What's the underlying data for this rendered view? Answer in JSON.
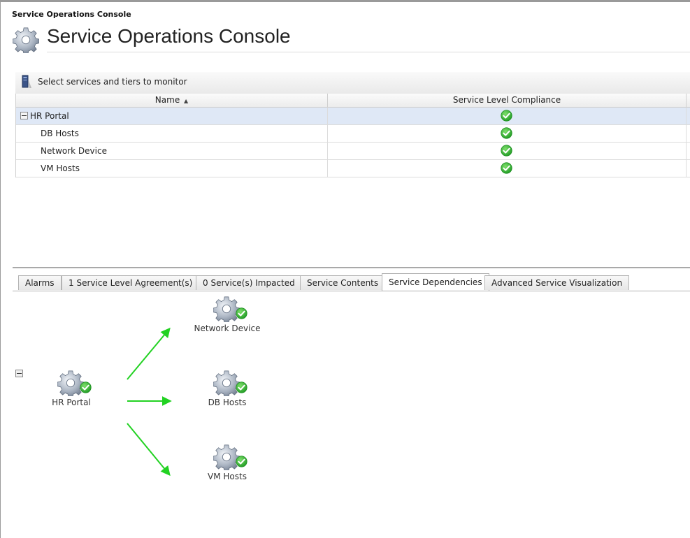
{
  "window": {
    "small_title": "Service Operations Console",
    "title": "Service Operations Console"
  },
  "toolbar": {
    "label": "Select services and tiers to monitor",
    "icon": "monitor-tower-icon"
  },
  "grid": {
    "columns": {
      "name": "Name",
      "name_sort": "▲",
      "compliance": "Service Level Compliance"
    },
    "rows": [
      {
        "name": "HR Portal",
        "compliance": "ok",
        "expanded": true,
        "selected": true
      },
      {
        "name": "DB Hosts",
        "compliance": "ok"
      },
      {
        "name": "Network Device",
        "compliance": "ok"
      },
      {
        "name": "VM Hosts",
        "compliance": "ok"
      }
    ]
  },
  "tabs": [
    {
      "label": "Alarms"
    },
    {
      "label": "1 Service Level Agreement(s)"
    },
    {
      "label": "0 Service(s) Impacted"
    },
    {
      "label": "Service Contents"
    },
    {
      "label": "Service Dependencies",
      "active": true
    },
    {
      "label": "Advanced Service Visualization"
    }
  ],
  "dependencies": {
    "root": {
      "label": "HR Portal",
      "status": "ok"
    },
    "children": [
      {
        "label": "Network Device",
        "status": "ok"
      },
      {
        "label": "DB Hosts",
        "status": "ok"
      },
      {
        "label": "VM Hosts",
        "status": "ok"
      }
    ]
  },
  "colors": {
    "ok_green": "#2fb130",
    "arrow_green": "#22d222",
    "selected_row": "#dfe8f6"
  }
}
